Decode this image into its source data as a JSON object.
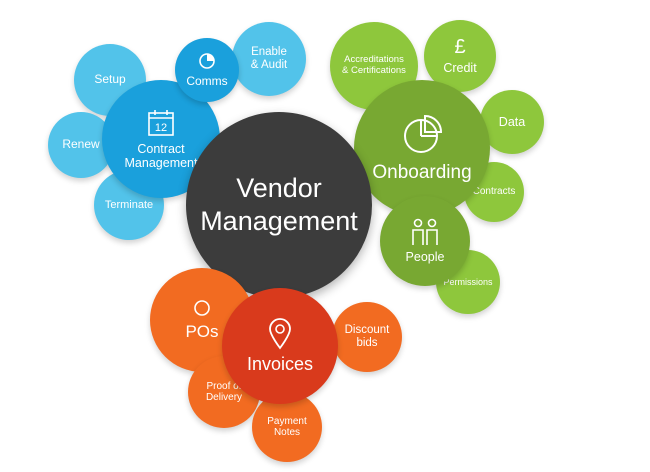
{
  "center": {
    "title_line1": "Vendor",
    "title_line2": "Management"
  },
  "contract": {
    "label": "Contract\nManagement",
    "icon_number": "12",
    "setup": "Setup",
    "comms": "Comms",
    "enable_audit": "Enable\n& Audit",
    "renew": "Renew",
    "terminate": "Terminate"
  },
  "onboarding": {
    "label": "Onboarding",
    "accreditations": "Accreditations\n& Certifications",
    "credit": "Credit",
    "credit_symbol": "£",
    "data": "Data",
    "contracts": "Contracts",
    "people": "People",
    "permissions": "Permissions"
  },
  "invoices": {
    "label": "Invoices",
    "pos": "POs",
    "discount_bids": "Discount\nbids",
    "proof_of_delivery": "Proof of\nDelivery",
    "payment_notes": "Payment\nNotes"
  },
  "colors": {
    "center": "#3c3c3c",
    "blue": "#1aa0dc",
    "light_blue": "#52c3ea",
    "green": "#78a832",
    "light_green": "#8ec73c",
    "red": "#d93a1c",
    "orange": "#f26b21"
  }
}
